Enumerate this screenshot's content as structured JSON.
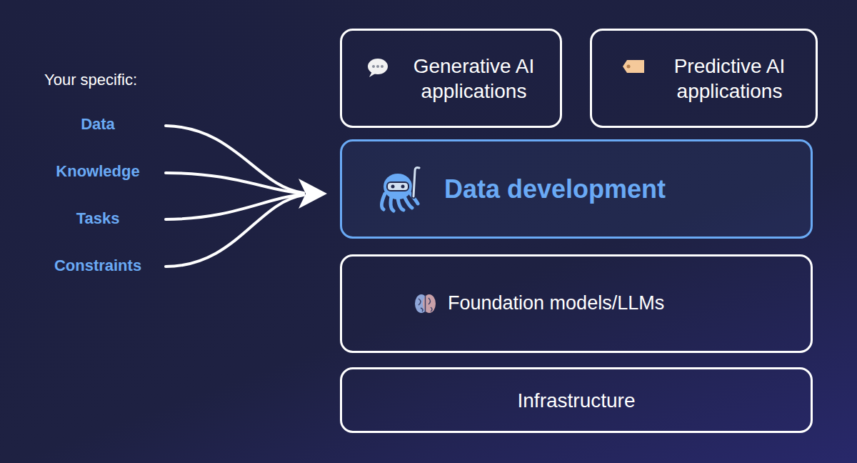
{
  "diagram": {
    "nodes": [
      {
        "text": [
          "Generative AI applications"
        ]
      },
      {
        "text": [
          "Predictive AI applications"
        ]
      },
      {
        "text": [
          "Data development"
        ]
      },
      {
        "text": [
          "Foundation models/LLMs"
        ]
      },
      {
        "text": [
          "Infrastructure"
        ]
      }
    ],
    "labels": [
      "Your specific:",
      "Data",
      "Knowledge",
      "Tasks",
      "Constraints"
    ]
  }
}
